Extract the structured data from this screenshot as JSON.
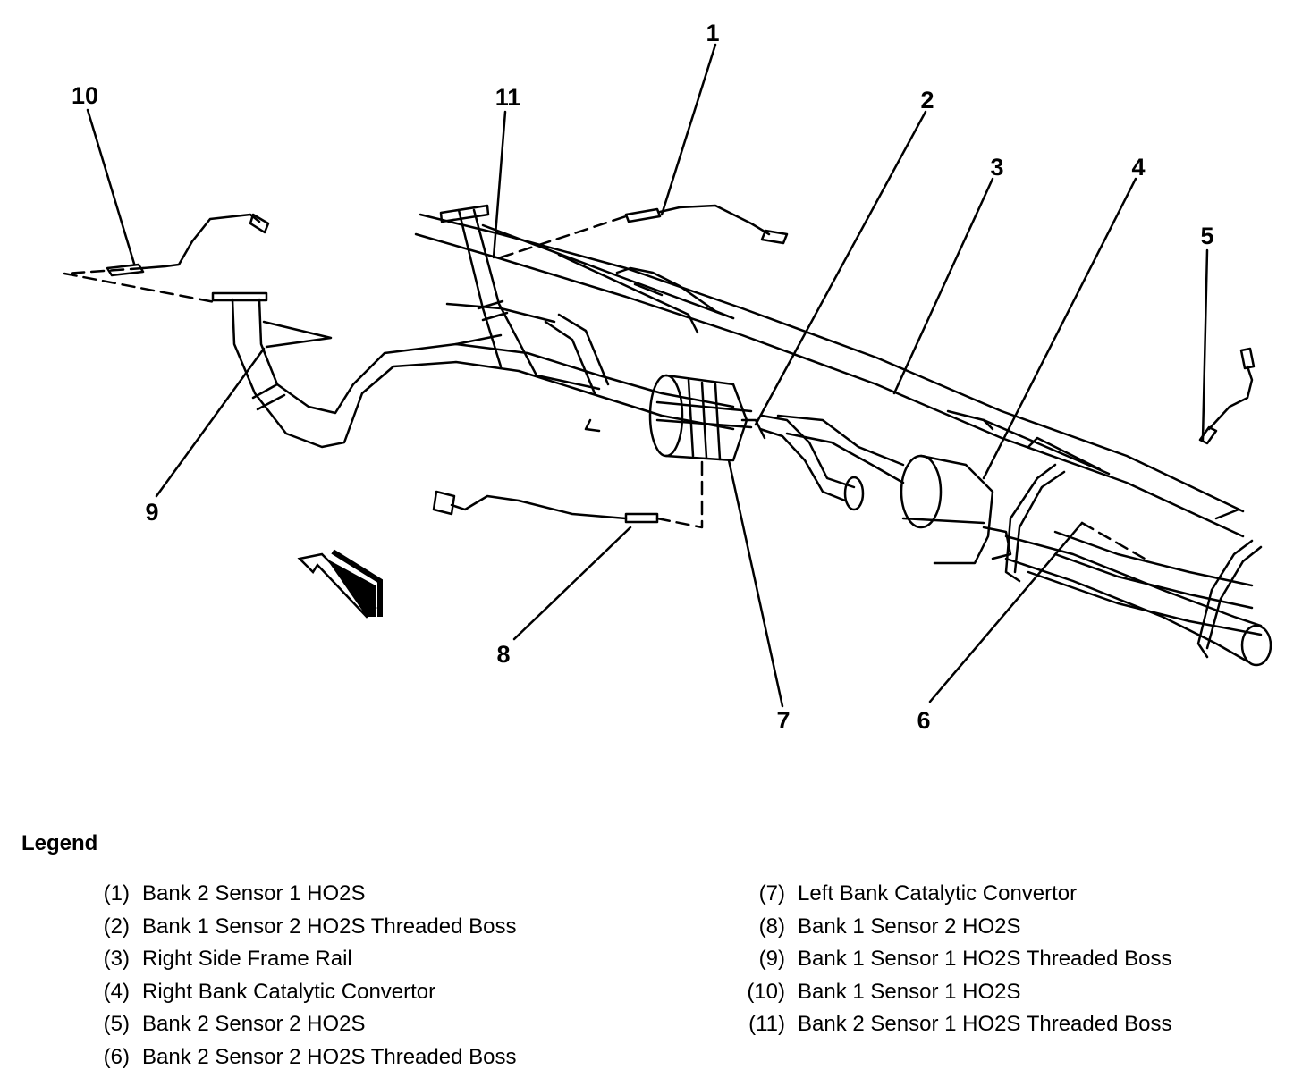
{
  "callouts": [
    {
      "num": "1"
    },
    {
      "num": "2"
    },
    {
      "num": "3"
    },
    {
      "num": "4"
    },
    {
      "num": "5"
    },
    {
      "num": "6"
    },
    {
      "num": "7"
    },
    {
      "num": "8"
    },
    {
      "num": "9"
    },
    {
      "num": "10"
    },
    {
      "num": "11"
    }
  ],
  "legend": {
    "title": "Legend",
    "left": [
      {
        "num": "(1)",
        "text": "Bank 2 Sensor 1 HO2S"
      },
      {
        "num": "(2)",
        "text": "Bank 1 Sensor 2 HO2S Threaded Boss"
      },
      {
        "num": "(3)",
        "text": "Right Side Frame Rail"
      },
      {
        "num": "(4)",
        "text": "Right Bank Catalytic Convertor"
      },
      {
        "num": "(5)",
        "text": "Bank 2 Sensor 2 HO2S"
      },
      {
        "num": "(6)",
        "text": "Bank 2 Sensor 2 HO2S Threaded Boss"
      }
    ],
    "right": [
      {
        "num": "(7)",
        "text": "Left Bank Catalytic Convertor"
      },
      {
        "num": "(8)",
        "text": "Bank 1 Sensor 2 HO2S"
      },
      {
        "num": "(9)",
        "text": "Bank 1 Sensor 1 HO2S Threaded Boss"
      },
      {
        "num": "(10)",
        "text": "Bank 1 Sensor 1 HO2S"
      },
      {
        "num": "(11)",
        "text": "Bank 2 Sensor 1 HO2S Threaded Boss"
      }
    ]
  }
}
